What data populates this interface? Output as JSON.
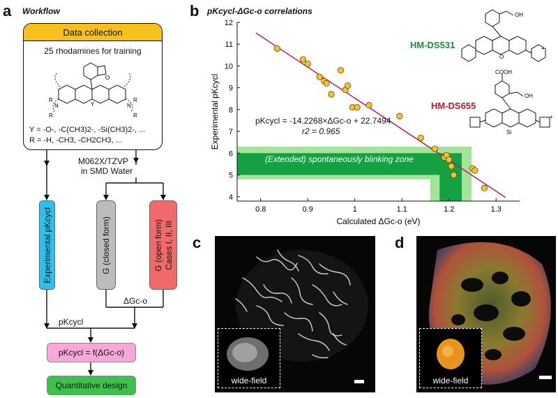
{
  "panel_a": {
    "letter": "a",
    "title": "Workflow",
    "data_collection": {
      "header": "Data collection",
      "subtitle": "25 rhodamines for training",
      "y_line": "Y = -O-, -C(CH3)2-, -Si(CH3)2-, ...",
      "r_line": "R = -H, -CH3, -CH2CH3, ..."
    },
    "method_line1": "M062X/TZVP",
    "method_line2": "in SMD Water",
    "box_experimental": "Experimental pKcycl",
    "box_closed": "G (closed form)",
    "box_open_line1": "G (open form)",
    "box_open_line2": "Cases I, II, III",
    "delta_label": "ΔGc-o",
    "pk_label": "pKcycl",
    "function_box": "pKcycl = f(ΔGc-o)",
    "design_box": "Quantitative design",
    "colors": {
      "header": "#f7c01d",
      "experimental": "#29c2ef",
      "closed": "#bcbcbc",
      "open": "#f06a6a",
      "function": "#f7a8d8",
      "design": "#3cc24a"
    }
  },
  "panel_b": {
    "letter": "b",
    "title": "pKcycl-ΔGc-o correlations",
    "compound1": "HM-DS531",
    "compound2": "HM-DS655",
    "equation": "pKcycl = -14.2268×ΔGc-o + 22.7494",
    "r2": "r2 = 0.965",
    "zone_label": "(Extended) spontaneously blinking zone",
    "colors": {
      "compound1": "#1f8a3e",
      "compound2": "#c0162b",
      "zone_dark": "#13a142",
      "zone_light": "#a6e39a",
      "fit_line": "#b0206e",
      "point": "#f6c234"
    }
  },
  "chart_data": {
    "type": "scatter",
    "xlabel": "Calculated ΔGc-o (eV)",
    "ylabel": "Experimental pKcycl",
    "xlim": [
      0.75,
      1.35
    ],
    "ylim": [
      3.8,
      12
    ],
    "x_ticks": [
      "0.8",
      "0.9",
      "1",
      "1.1",
      "1.2",
      "1.3"
    ],
    "y_ticks": [
      "4",
      "5",
      "6",
      "7",
      "8",
      "9",
      "10",
      "11",
      "12"
    ],
    "points": [
      [
        0.835,
        10.8
      ],
      [
        0.89,
        10.3
      ],
      [
        0.9,
        10.1
      ],
      [
        0.925,
        9.5
      ],
      [
        0.935,
        9.3
      ],
      [
        0.94,
        9.2
      ],
      [
        0.95,
        8.7
      ],
      [
        0.97,
        9.8
      ],
      [
        0.98,
        8.9
      ],
      [
        0.985,
        9.1
      ],
      [
        0.995,
        8.1
      ],
      [
        1.005,
        8.1
      ],
      [
        1.03,
        8.2
      ],
      [
        1.095,
        7.7
      ],
      [
        1.14,
        6.7
      ],
      [
        1.17,
        6.2
      ],
      [
        1.19,
        5.8
      ],
      [
        1.195,
        5.9
      ],
      [
        1.2,
        5.7
      ],
      [
        1.205,
        5.4
      ],
      [
        1.21,
        5.0
      ],
      [
        1.25,
        5.3
      ],
      [
        1.255,
        5.2
      ],
      [
        1.275,
        4.4
      ]
    ],
    "fit": {
      "slope": -14.2268,
      "intercept": 22.7494,
      "x_range": [
        0.79,
        1.32
      ]
    },
    "zone": {
      "dark_y": [
        5.0,
        6.0
      ],
      "light_y": [
        4.8,
        6.3
      ],
      "dark_x_end": 1.227,
      "light_x_end": 1.248
    },
    "grid": false
  },
  "panel_c": {
    "letter": "c",
    "inset_label": "wide-field"
  },
  "panel_d": {
    "letter": "d",
    "inset_label": "wide-field"
  }
}
